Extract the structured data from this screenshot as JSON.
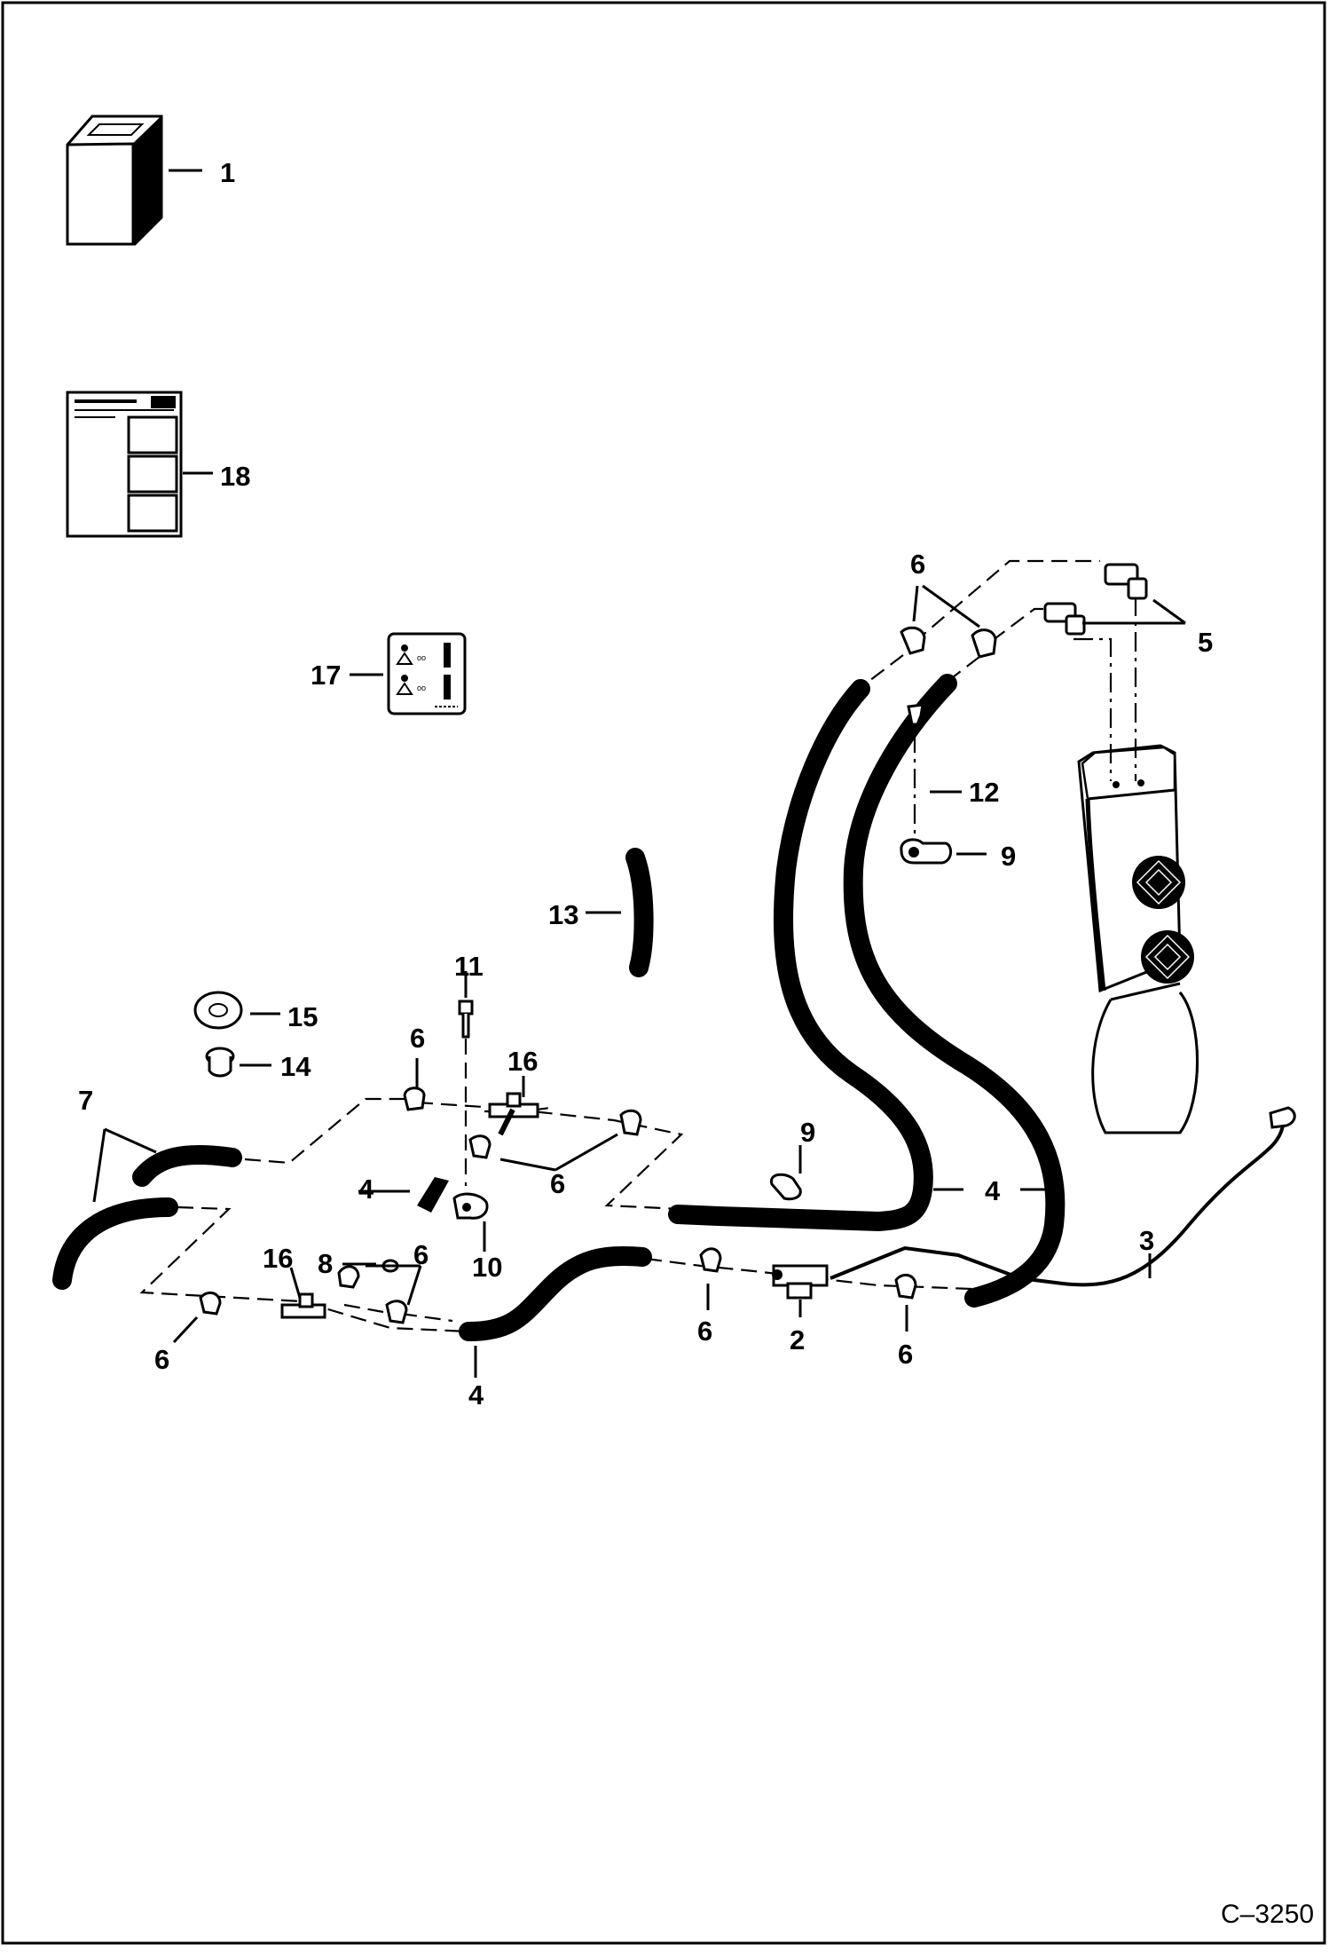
{
  "figure": {
    "id": "C–3250"
  },
  "callouts": {
    "c1": "1",
    "c18": "18",
    "c17": "17",
    "c6a": "6",
    "c5": "5",
    "c12": "12",
    "c9a": "9",
    "c13": "13",
    "c11": "11",
    "c15": "15",
    "c14": "14",
    "c6b": "6",
    "c16a": "16",
    "c7": "7",
    "c6c": "6",
    "c4a": "4",
    "c8": "8",
    "c10": "10",
    "c9b": "9",
    "c4b": "4",
    "c16b": "16",
    "c6d": "6",
    "c3": "3",
    "c6e": "6",
    "c2": "2",
    "c6f": "6",
    "c4c": "4",
    "c6g": "6"
  }
}
